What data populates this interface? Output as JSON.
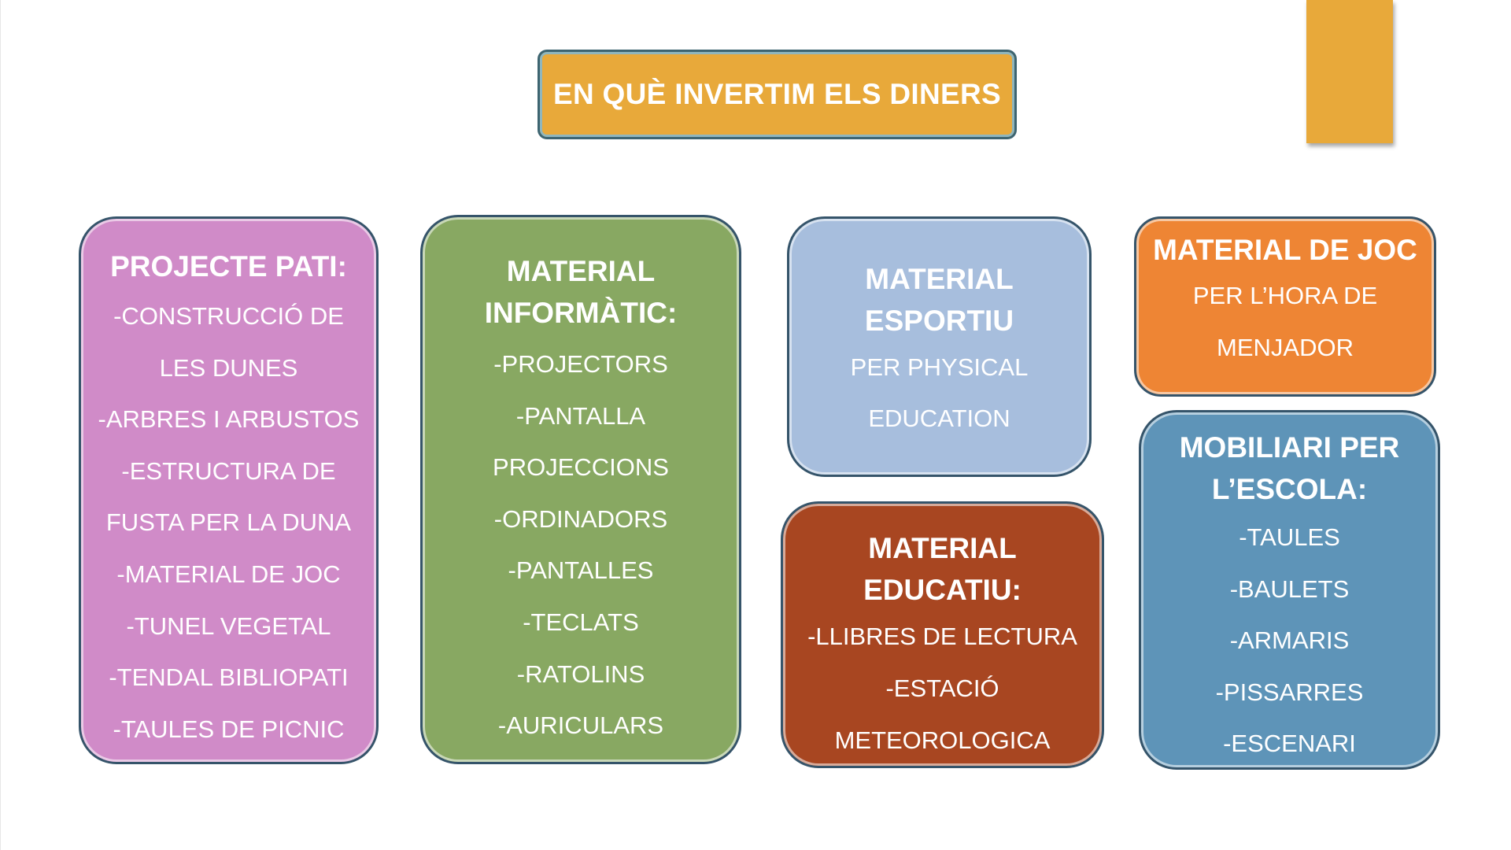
{
  "title": "EN QUÈ INVERTIM ELS DINERS",
  "colors": {
    "title_bg": "#E8A93A",
    "accent_bar": "#E8A93A",
    "border": "#35546A",
    "pati": "#D08BC8",
    "informatic": "#88A862",
    "esportiu": "#A7BEDD",
    "educatiu": "#A84621",
    "joc": "#EE8534",
    "mobiliari": "#5E94B8",
    "text": "#FFFFFF"
  },
  "cards": {
    "pati": {
      "title": "PROJECTE PATI:",
      "items": [
        "-CONSTRUCCIÓ DE",
        "LES DUNES",
        "-ARBRES I ARBUSTOS",
        "-ESTRUCTURA DE",
        "FUSTA PER LA DUNA",
        "-MATERIAL DE JOC",
        "-TUNEL VEGETAL",
        "-TENDAL BIBLIOPATI",
        "-TAULES DE PICNIC"
      ]
    },
    "informatic": {
      "title_line1": "MATERIAL",
      "title_line2": "INFORMÀTIC:",
      "items": [
        "-PROJECTORS",
        "-PANTALLA",
        "PROJECCIONS",
        "-ORDINADORS",
        "-PANTALLES",
        "-TECLATS",
        "-RATOLINS",
        "-AURICULARS"
      ]
    },
    "esportiu": {
      "title_line1": "MATERIAL",
      "title_line2": "ESPORTIU",
      "items": [
        "PER PHYSICAL",
        "EDUCATION"
      ]
    },
    "educatiu": {
      "title_line1": "MATERIAL",
      "title_line2": "EDUCATIU:",
      "items": [
        "-LLIBRES DE LECTURA",
        "-ESTACIÓ",
        "METEOROLOGICA"
      ]
    },
    "joc": {
      "title": "MATERIAL DE JOC",
      "items": [
        "PER L’HORA DE",
        "MENJADOR"
      ]
    },
    "mobiliari": {
      "title_line1": "MOBILIARI PER",
      "title_line2": "L’ESCOLA:",
      "items": [
        "-TAULES",
        "-BAULETS",
        "-ARMARIS",
        "-PISSARRES",
        "-ESCENARI"
      ]
    }
  }
}
